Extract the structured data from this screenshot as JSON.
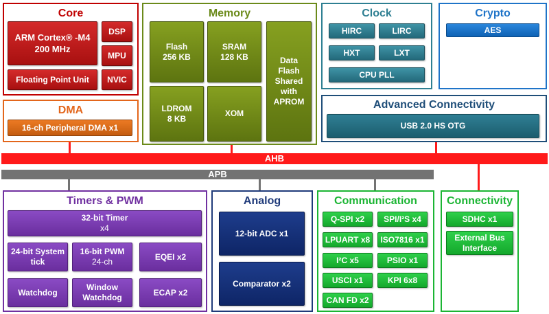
{
  "colors": {
    "core": "#c00000",
    "memory": "#6b8a1a",
    "clock": "#2e7f92",
    "crypto": "#1f74c8",
    "dma": "#e3661b",
    "adv_conn": "#1f4e79",
    "ahb": "#ff1a1a",
    "apb": "#737373",
    "timers": "#7030a0",
    "analog": "#1f3a7a",
    "communication": "#1bb533",
    "connectivity": "#1bb533"
  },
  "core": {
    "title": "Core",
    "cpu_line1": "ARM Cortex® -M4",
    "cpu_line2": "200 MHz",
    "fpu": "Floating Point Unit",
    "dsp": "DSP",
    "mpu": "MPU",
    "nvic": "NVIC"
  },
  "memory": {
    "title": "Memory",
    "flash": "Flash",
    "flash_size": "256 KB",
    "sram": "SRAM",
    "sram_size": "128 KB",
    "data_flash_l1": "Data",
    "data_flash_l2": "Flash",
    "data_flash_l3": "Shared",
    "data_flash_l4": "with",
    "data_flash_l5": "APROM",
    "ldrom": "LDROM",
    "ldrom_size": "8 KB",
    "xom": "XOM"
  },
  "clock": {
    "title": "Clock",
    "hirc": "HIRC",
    "lirc": "LIRC",
    "hxt": "HXT",
    "lxt": "LXT",
    "cpu_pll": "CPU PLL"
  },
  "crypto": {
    "title": "Crypto",
    "aes": "AES"
  },
  "dma": {
    "title": "DMA",
    "block": "16-ch Peripheral DMA x1"
  },
  "adv_connectivity": {
    "title": "Advanced Connectivity",
    "usb": "USB 2.0 HS OTG"
  },
  "buses": {
    "ahb": "AHB",
    "apb": "APB"
  },
  "timers": {
    "title": "Timers & PWM",
    "timer32": "32-bit Timer",
    "timer32_count": "x4",
    "sys_tick_l1": "24-bit System",
    "sys_tick_l2": "tick",
    "pwm": "16-bit PWM",
    "pwm_ch": "24-ch",
    "eqei": "EQEI x2",
    "watchdog": "Watchdog",
    "window_wd_l1": "Window",
    "window_wd_l2": "Watchdog",
    "ecap": "ECAP x2"
  },
  "analog": {
    "title": "Analog",
    "adc": "12-bit ADC x1",
    "comparator": "Comparator x2"
  },
  "communication": {
    "title": "Communication",
    "qspi": "Q-SPI x2",
    "spi_i2s": "SPI/I²S x4",
    "lpuart": "LPUART x8",
    "iso7816": "ISO7816 x1",
    "i2c": "I²C x5",
    "psio": "PSIO x1",
    "usci": "USCI x1",
    "kpi": "KPI 6x8",
    "canfd": "CAN FD x2"
  },
  "connectivity": {
    "title": "Connectivity",
    "sdhc": "SDHC x1",
    "ebi_l1": "External Bus",
    "ebi_l2": "Interface"
  }
}
